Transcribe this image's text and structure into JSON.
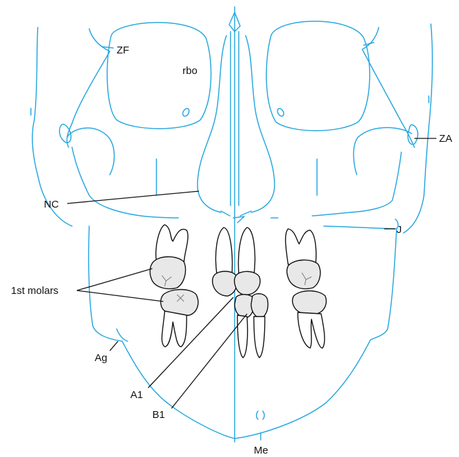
{
  "labels": {
    "zf": "ZF",
    "rbo": "rbo",
    "za": "ZA",
    "nc": "NC",
    "j": "J",
    "first_molars": "1st molars",
    "ag": "Ag",
    "a1": "A1",
    "b1": "B1",
    "me": "Me"
  },
  "colors": {
    "outline": "#29a8e0",
    "teeth": "#111111",
    "crown_fill": "#e8e8e8"
  }
}
